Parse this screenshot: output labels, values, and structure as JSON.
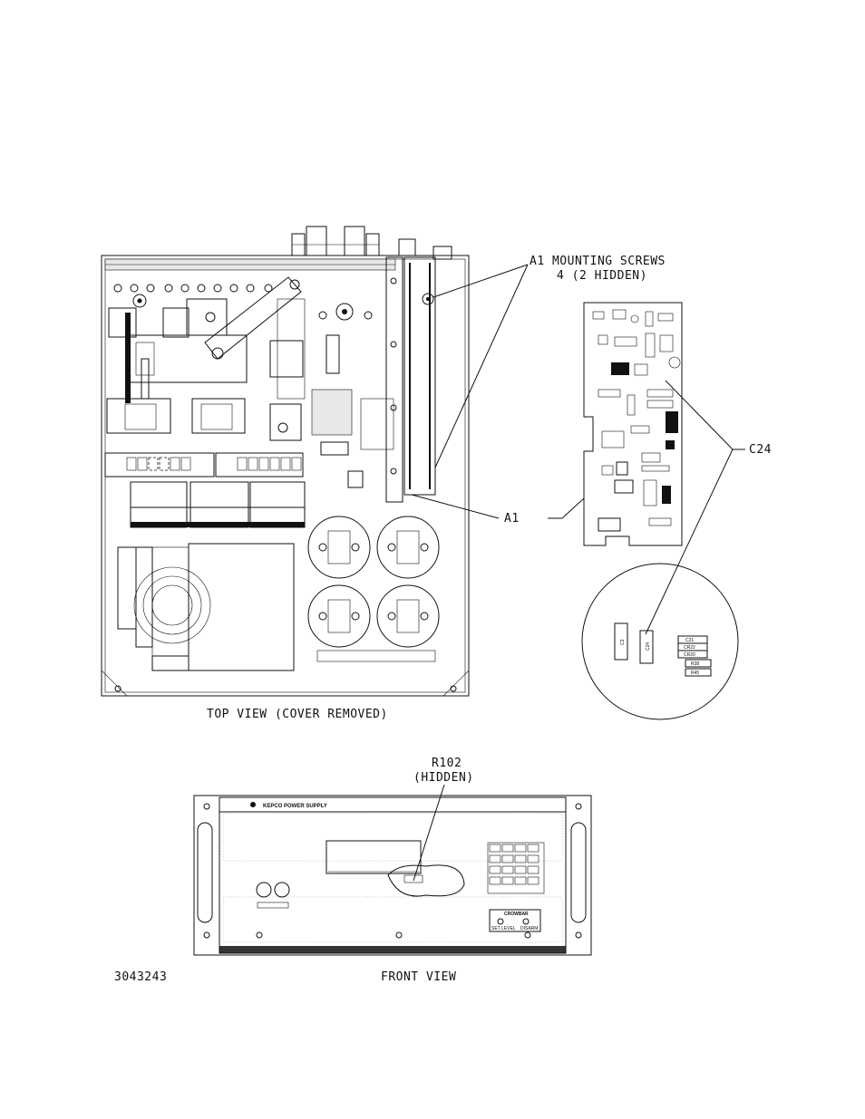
{
  "labels": {
    "a1_mounting_screws_line1": "A1 MOUNTING SCREWS",
    "a1_mounting_screws_line2": "4 (2 HIDDEN)",
    "c24": "C24",
    "a1": "A1",
    "top_view": "TOP VIEW (COVER REMOVED)",
    "r102_line1": "R102",
    "r102_line2": "(HIDDEN)",
    "front_view": "FRONT VIEW",
    "drawing_number": "3043243"
  },
  "front_panel": {
    "brand": "KEPCO POWER SUPPLY",
    "crowbar": "CROWBAR",
    "set_level": "SET LEVEL",
    "disarm": "DISARM"
  },
  "detail_components": [
    "C3",
    "C24",
    "C21",
    "CR22",
    "CR20",
    "R38",
    "R45"
  ]
}
